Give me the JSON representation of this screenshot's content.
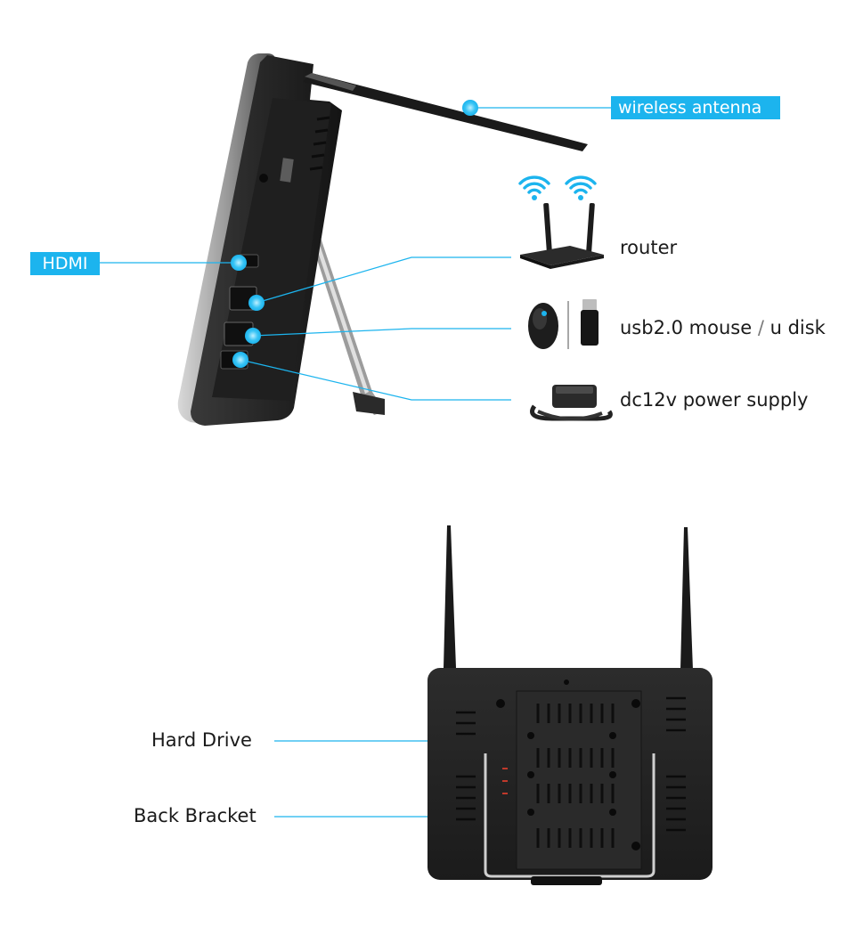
{
  "colors": {
    "accent": "#1cb4ee",
    "device": "#1e1e1e",
    "text": "#1a1a1a",
    "separator": "#7a7a7a"
  },
  "side_view": {
    "antenna_tag": "wireless antenna",
    "hdmi_tag": "HDMI",
    "router_label": "router",
    "usb_label_part1": "usb2.0 mouse",
    "usb_separator": "/",
    "usb_label_part2": "u disk",
    "power_label": "dc12v power supply",
    "icons": [
      "wifi-signal-icon",
      "router-icon",
      "mouse-icon",
      "usb-drive-icon",
      "power-adapter-icon"
    ]
  },
  "back_view": {
    "hard_drive_label": "Hard Drive",
    "back_bracket_label": "Back Bracket"
  }
}
